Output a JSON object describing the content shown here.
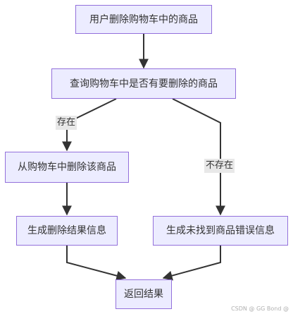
{
  "nodes": {
    "remove_request": "用户删除购物车中的商品",
    "check_exists": "查询购物车中是否有要删除的商品",
    "delete_item": "从购物车中删除该商品",
    "success_info": "生成删除结果信息",
    "not_found_info": "生成未找到商品错误信息",
    "return_result": "返回结果"
  },
  "edges": {
    "exists": "存在",
    "not_exists": "不存在"
  },
  "watermark": "CSDN @      GG Bond @"
}
